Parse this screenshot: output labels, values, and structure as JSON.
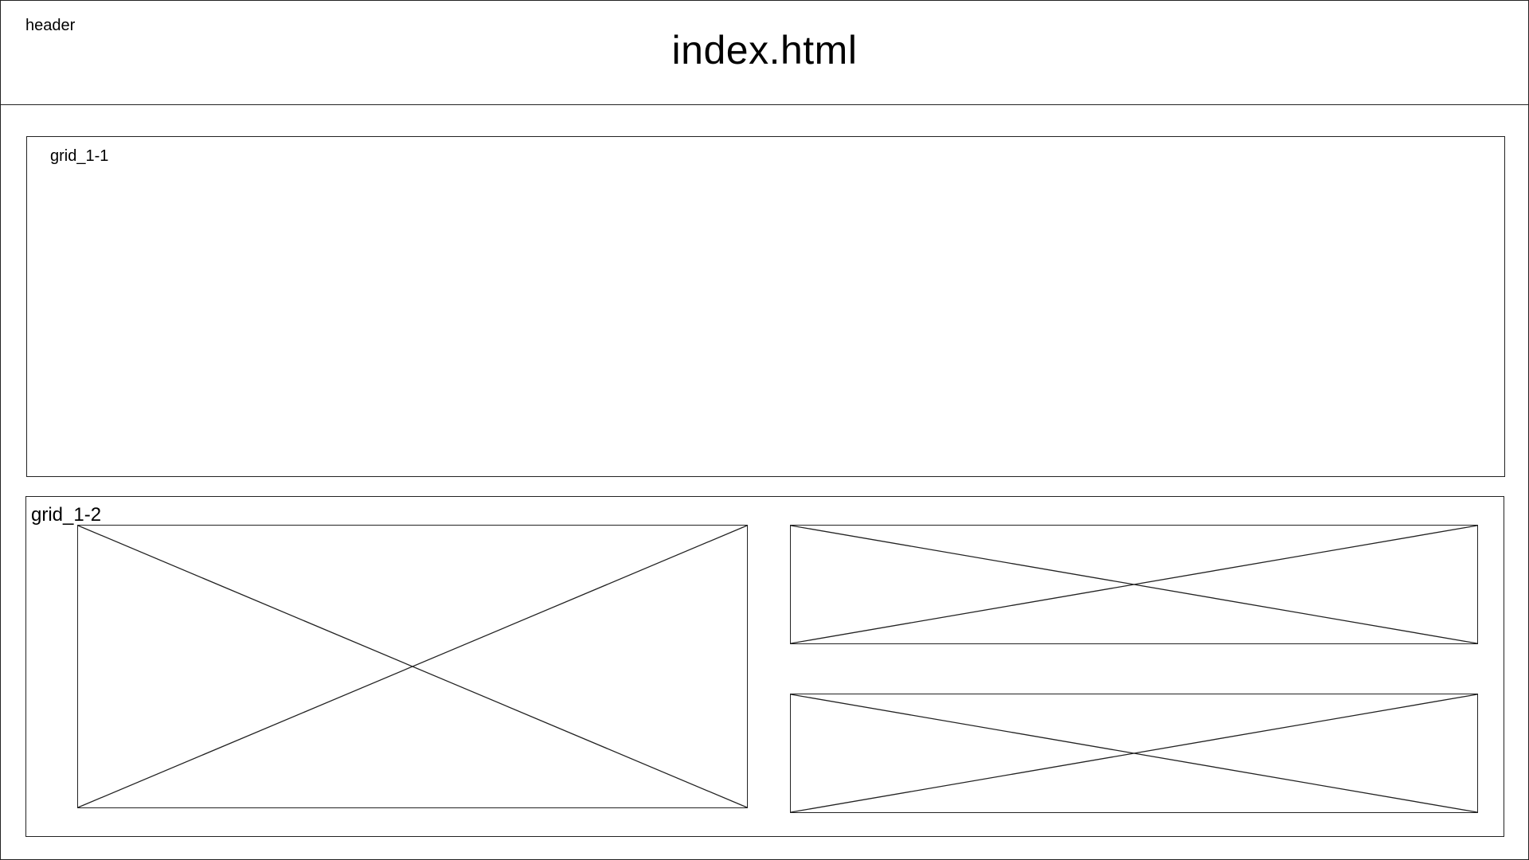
{
  "header": {
    "label": "header",
    "title": "index.html"
  },
  "grid_1_1": {
    "label": "grid_1-1"
  },
  "grid_1_2": {
    "label": "grid_1-2",
    "placeholders": [
      {
        "name": "image-placeholder-left"
      },
      {
        "name": "image-placeholder-right-top"
      },
      {
        "name": "image-placeholder-right-bottom"
      }
    ]
  }
}
